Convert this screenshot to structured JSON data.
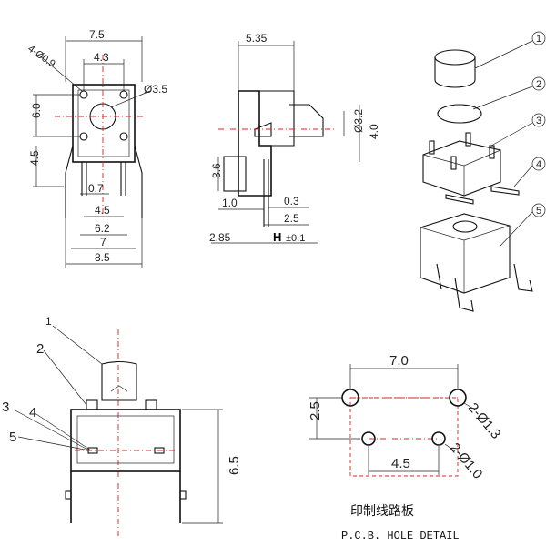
{
  "top_view": {
    "dim_width_75": "7.5",
    "dim_43": "4.3",
    "dim_holes": "4-Ø0.9",
    "dim_cap": "Ø3.5",
    "dim_60": "6.0",
    "dim_45v": "4.5",
    "dim_07": "0.7",
    "dim_45h": "4.5",
    "dim_62": "6.2",
    "dim_7": "7",
    "dim_85": "8.5"
  },
  "side_view": {
    "dim_535": "5.35",
    "dim_32": "Ø3.2",
    "dim_40": "4.0",
    "dim_36": "3.6",
    "dim_10": "1.0",
    "dim_03": "0.3",
    "dim_25": "2.5",
    "dim_285": "2.85",
    "dim_H": "H",
    "dim_tol": "±0.1"
  },
  "exploded": {
    "callouts": [
      "1",
      "2",
      "3",
      "4",
      "5"
    ]
  },
  "front_view": {
    "callouts": [
      "1",
      "2",
      "3",
      "4",
      "5"
    ],
    "dim_65": "6.5"
  },
  "pcb": {
    "dim_70": "7.0",
    "dim_25": "2.5",
    "dim_45": "4.5",
    "dim_13": "2-Ø1.3",
    "dim_10": "2-Ø1.0",
    "title_cn": "印制线路板",
    "title_en": "P.C.B. HOLE DETAIL"
  }
}
